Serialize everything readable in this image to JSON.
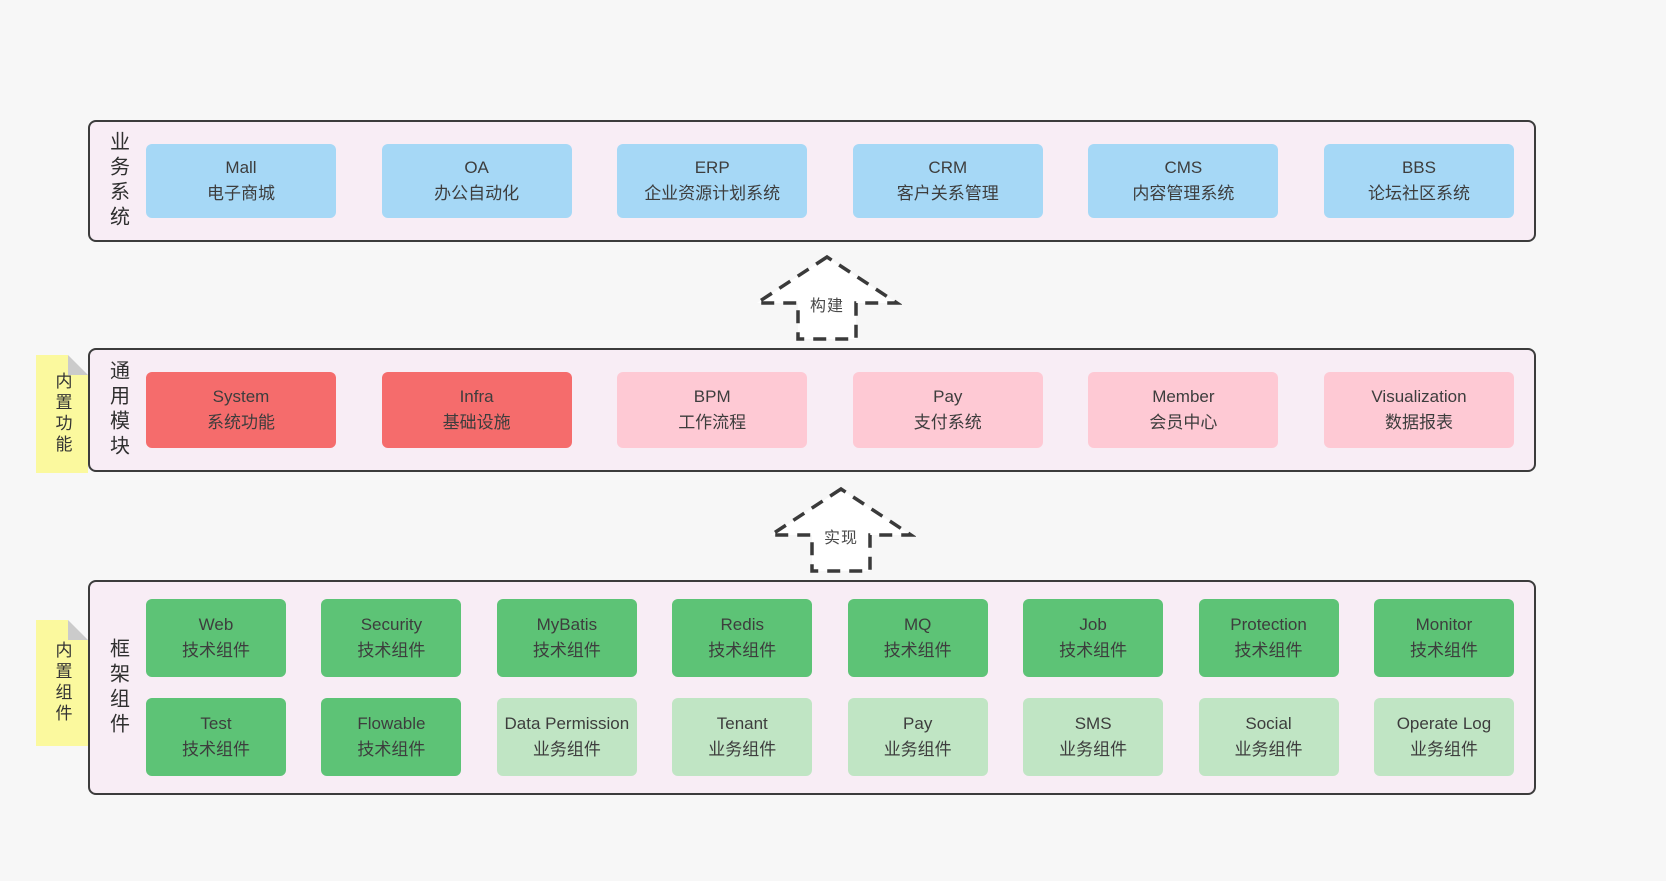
{
  "colors": {
    "page_bg": "#f7f7f7",
    "panel_bg": "#f8edf5",
    "panel_border": "#3c3c3c",
    "blue": "#a6d8f6",
    "red": "#f56c6c",
    "pink": "#fec9d4",
    "green": "#5dc376",
    "green_light": "#c0e5c4",
    "sticky": "#fbf99e"
  },
  "arrows": [
    {
      "label": "构建"
    },
    {
      "label": "实现"
    }
  ],
  "layers": {
    "business": {
      "label": "业务系统",
      "boxes": [
        {
          "title": "Mall",
          "subtitle": "电子商城"
        },
        {
          "title": "OA",
          "subtitle": "办公自动化"
        },
        {
          "title": "ERP",
          "subtitle": "企业资源计划系统"
        },
        {
          "title": "CRM",
          "subtitle": "客户关系管理"
        },
        {
          "title": "CMS",
          "subtitle": "内容管理系统"
        },
        {
          "title": "BBS",
          "subtitle": "论坛社区系统"
        }
      ]
    },
    "modules": {
      "label": "通用模块",
      "sticky": "内置功能",
      "boxes": [
        {
          "title": "System",
          "subtitle": "系统功能",
          "variant": "red"
        },
        {
          "title": "Infra",
          "subtitle": "基础设施",
          "variant": "red"
        },
        {
          "title": "BPM",
          "subtitle": "工作流程",
          "variant": "pink"
        },
        {
          "title": "Pay",
          "subtitle": "支付系统",
          "variant": "pink"
        },
        {
          "title": "Member",
          "subtitle": "会员中心",
          "variant": "pink"
        },
        {
          "title": "Visualization",
          "subtitle": "数据报表",
          "variant": "pink"
        }
      ]
    },
    "framework": {
      "label": "框架组件",
      "sticky": "内置组件",
      "row1": [
        {
          "title": "Web",
          "subtitle": "技术组件",
          "variant": "green"
        },
        {
          "title": "Security",
          "subtitle": "技术组件",
          "variant": "green"
        },
        {
          "title": "MyBatis",
          "subtitle": "技术组件",
          "variant": "green"
        },
        {
          "title": "Redis",
          "subtitle": "技术组件",
          "variant": "green"
        },
        {
          "title": "MQ",
          "subtitle": "技术组件",
          "variant": "green"
        },
        {
          "title": "Job",
          "subtitle": "技术组件",
          "variant": "green"
        },
        {
          "title": "Protection",
          "subtitle": "技术组件",
          "variant": "green"
        },
        {
          "title": "Monitor",
          "subtitle": "技术组件",
          "variant": "green"
        }
      ],
      "row2": [
        {
          "title": "Test",
          "subtitle": "技术组件",
          "variant": "green"
        },
        {
          "title": "Flowable",
          "subtitle": "技术组件",
          "variant": "green"
        },
        {
          "title": "Data Permission",
          "subtitle": "业务组件",
          "variant": "green-light"
        },
        {
          "title": "Tenant",
          "subtitle": "业务组件",
          "variant": "green-light"
        },
        {
          "title": "Pay",
          "subtitle": "业务组件",
          "variant": "green-light"
        },
        {
          "title": "SMS",
          "subtitle": "业务组件",
          "variant": "green-light"
        },
        {
          "title": "Social",
          "subtitle": "业务组件",
          "variant": "green-light"
        },
        {
          "title": "Operate Log",
          "subtitle": "业务组件",
          "variant": "green-light"
        }
      ]
    }
  }
}
